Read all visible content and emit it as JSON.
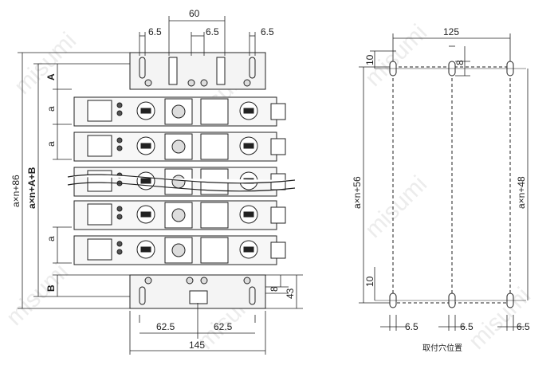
{
  "drawing": {
    "left": {
      "top_width": "60",
      "top_pitch_left": "6.5",
      "top_pitch_mid": "6.5",
      "top_pitch_right": "6.5",
      "height_total": "a×n+86",
      "height_with_ab": "a×n+A+B",
      "label_A": "A",
      "label_B": "B",
      "pitch_a": "a",
      "bottom_half_left": "62.5",
      "bottom_half_right": "62.5",
      "bottom_width": "145",
      "bottom_slot": "8",
      "bottom_height": "43"
    },
    "right": {
      "top_width": "125",
      "top_hole": "10",
      "top_slot": "8",
      "height_left": "a×n+56",
      "height_right": "a×n+48",
      "bottom_hole": "10",
      "bottom_pitch_left": "6.5",
      "bottom_pitch_mid": "6.5",
      "bottom_pitch_right": "6.5",
      "caption": "取付穴位置"
    }
  },
  "watermark": "misumi"
}
